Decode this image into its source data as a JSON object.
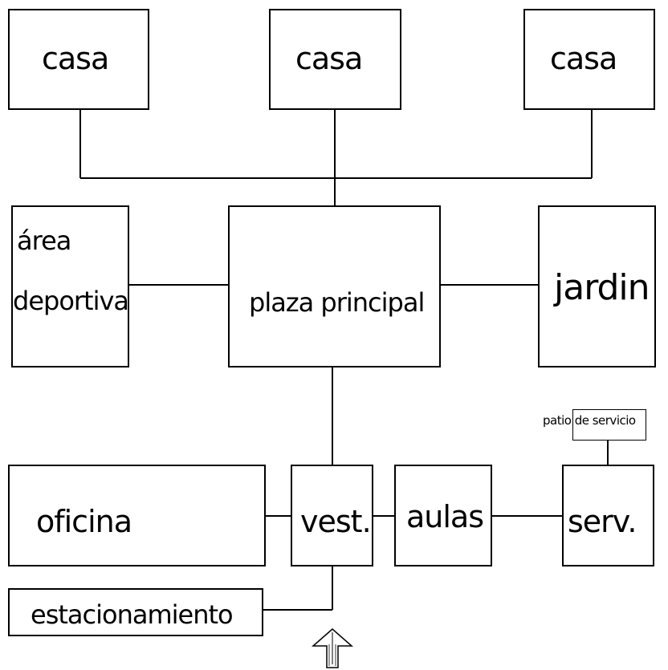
{
  "nodes": {
    "casa_left": "casa",
    "casa_center": "casa",
    "casa_right": "casa",
    "area_line1": "área",
    "area_line2": "deportiva",
    "plaza": "plaza principal",
    "jardin": "jardin",
    "patio": "patio de servicio",
    "oficina": "oficina",
    "vest": "vest.",
    "aulas": "aulas",
    "serv": "serv.",
    "estacionamiento": "estacionamiento"
  },
  "entrance_marker": "up-arrow-icon"
}
